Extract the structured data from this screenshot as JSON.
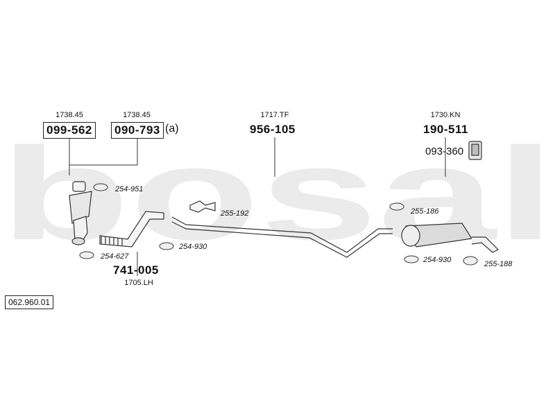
{
  "watermark": {
    "text": "bosal",
    "color": "#ebebeb"
  },
  "catalog_id": "062.960.01",
  "parts": {
    "catalytic_1": {
      "number": "099-562",
      "ref": "1738.45"
    },
    "catalytic_2": {
      "number": "090-793",
      "ref": "1738.45",
      "tag": "(a)"
    },
    "front_pipe": {
      "number": "741-005",
      "ref": "1705.LH"
    },
    "center_pipe": {
      "number": "956-105",
      "ref": "1717.TF"
    },
    "rear_silencer": {
      "number": "190-511",
      "ref": "1730.KN"
    },
    "heat_shield": {
      "number": "093-360"
    }
  },
  "clamps": {
    "c1": "254-951",
    "c2": "254-627",
    "c3": "254-930",
    "c4": "255-192",
    "c5": "255-186",
    "c6": "254-930",
    "c7": "255-188"
  },
  "colors": {
    "line": "#333333",
    "part_fill": "#f2f2f2",
    "part_shadow": "#bdbdbd"
  }
}
